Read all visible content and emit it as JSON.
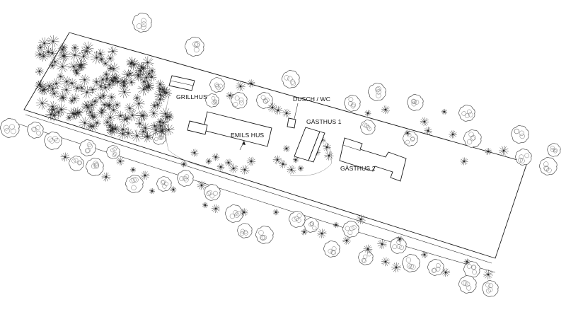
{
  "site_plan": {
    "labels": {
      "grillhus": "GRILLHUS",
      "dusch_wc": "DUSCH / WC",
      "emils_hus": "EMILS HUS",
      "gasthus_1": "GÄSTHUS 1",
      "gasthus_2": "GÄSTHUS 2"
    },
    "colors": {
      "line": "#1a1a1a",
      "background": "#ffffff",
      "tree_outline": "#555555",
      "tree_dense": "#222222"
    }
  }
}
